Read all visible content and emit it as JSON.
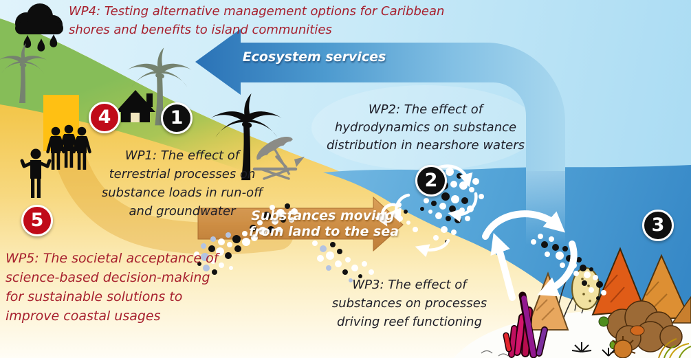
{
  "diagram_title": "Caribbean coastal research work-package diagram",
  "workpackages": {
    "wp1": {
      "lines": [
        "WP1: The effect of",
        "terrestrial processes on",
        "substance loads in run-off",
        "and groundwater"
      ],
      "badge": "1",
      "badge_color": "#0f0f0f"
    },
    "wp2": {
      "lines": [
        "WP2: The effect of",
        "hydrodynamics on substance",
        "distribution in nearshore waters"
      ],
      "badge": "2",
      "badge_color": "#0f0f0f"
    },
    "wp3": {
      "lines": [
        "WP3: The effect of",
        "substances on processes",
        "driving reef functioning"
      ],
      "badge": "3",
      "badge_color": "#0f0f0f"
    },
    "wp4": {
      "lines": [
        "WP4: Testing alternative management options for Caribbean",
        "shores and benefits to island communities"
      ],
      "badge": "4",
      "badge_color": "#c00b19"
    },
    "wp5": {
      "lines": [
        "WP5: The societal acceptance of",
        "science-based decision-making",
        "for sustainable solutions to",
        "improve coastal usages"
      ],
      "badge": "5",
      "badge_color": "#c00b19"
    }
  },
  "badges": {
    "b1": "1",
    "b2": "2",
    "b3": "3",
    "b4": "4",
    "b5": "5"
  },
  "arrows": {
    "ecosystem": {
      "label": "Ecosystem services",
      "direction": "right-to-left, bending down into the sea",
      "color": "#2a72b6"
    },
    "substances": {
      "lines": [
        "Substances moving",
        "from land to the sea"
      ],
      "direction": "left-to-right from land into sea",
      "color": "#cd8c43"
    }
  },
  "icons": [
    "rain-cloud-icon",
    "palm-tree-icon",
    "house-icon",
    "people-group-icon",
    "presenter-person-icon",
    "beach-umbrella-chair-icon",
    "coral-reef",
    "substance-dots",
    "circulation-arrows-icon",
    "reef-cycle-arrows-icon"
  ],
  "palette": {
    "wp_red_text": "#a7202e",
    "dark_text": "#1e1e28",
    "badge_red": "#c00b19",
    "badge_black": "#0f0f0f",
    "ecosystem_arrow_blue": "#2a72b6",
    "substances_arrow_orange": "#cd8c43",
    "sea_blue": "#4a9cd3",
    "sand_yellow": "#f3c74d",
    "hill_green": "#8cc05c",
    "highlight_gold": "#ffc013"
  }
}
